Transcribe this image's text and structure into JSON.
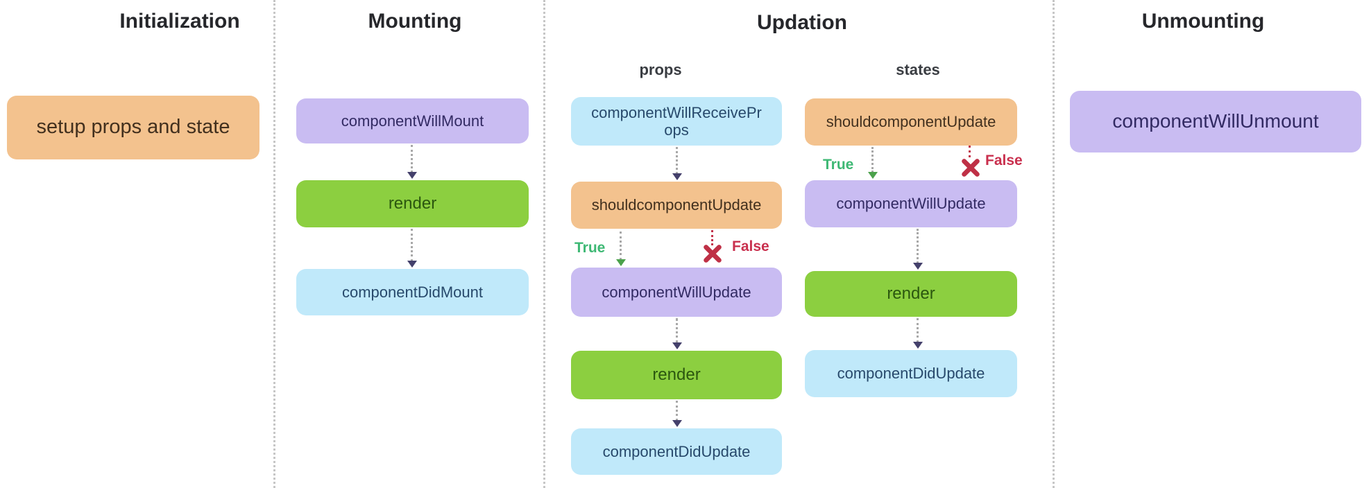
{
  "titles": {
    "initialization": "Initialization",
    "mounting": "Mounting",
    "updation": "Updation",
    "unmounting": "Unmounting"
  },
  "initialization": {
    "box": "setup props and state"
  },
  "mounting": {
    "boxes": [
      "componentWillMount",
      "render",
      "componentDidMount"
    ]
  },
  "updation": {
    "props": {
      "header": "props",
      "boxes": [
        "componentWillReceiveProps",
        "shouldcomponentUpdate",
        "componentWillUpdate",
        "render",
        "componentDidUpdate"
      ],
      "true_label": "True",
      "false_label": "False"
    },
    "states": {
      "header": "states",
      "boxes": [
        "shouldcomponentUpdate",
        "componentWillUpdate",
        "render",
        "componentDidUpdate"
      ],
      "true_label": "True",
      "false_label": "False"
    }
  },
  "unmounting": {
    "box": "componentWillUnmount"
  },
  "colors": {
    "box_orange": "#f3c28e",
    "box_purple": "#c9bcf2",
    "box_green": "#8ccf40",
    "box_blue": "#c0e9fa",
    "true_green": "#3eb874",
    "false_red": "#c23049",
    "arrowhead_navy": "#44406b",
    "connector_gray": "#a8a8a8",
    "separator_gray": "#c6c6c6"
  }
}
